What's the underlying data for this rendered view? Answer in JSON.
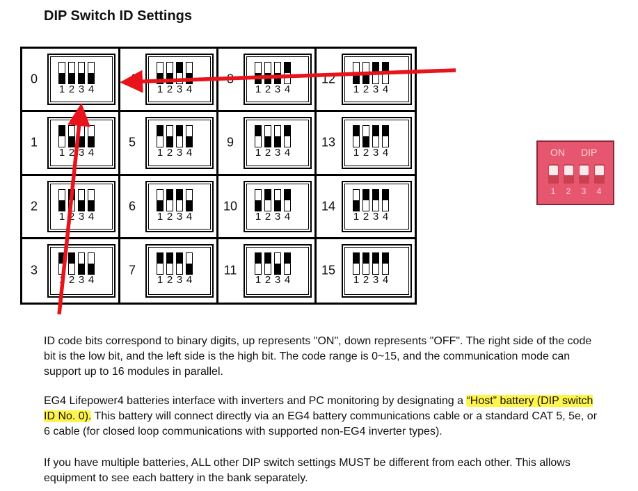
{
  "title": "DIP Switch ID Settings",
  "dip_table": {
    "bit_labels": [
      "1",
      "2",
      "3",
      "4"
    ],
    "rows": [
      [
        {
          "id": "0",
          "bits": [
            0,
            0,
            0,
            0
          ]
        },
        {
          "id": "4",
          "bits": [
            0,
            0,
            1,
            0
          ]
        },
        {
          "id": "8",
          "bits": [
            0,
            0,
            0,
            1
          ]
        },
        {
          "id": "12",
          "bits": [
            0,
            0,
            1,
            1
          ]
        }
      ],
      [
        {
          "id": "1",
          "bits": [
            1,
            0,
            0,
            0
          ]
        },
        {
          "id": "5",
          "bits": [
            1,
            0,
            1,
            0
          ]
        },
        {
          "id": "9",
          "bits": [
            1,
            0,
            0,
            1
          ]
        },
        {
          "id": "13",
          "bits": [
            1,
            0,
            1,
            1
          ]
        }
      ],
      [
        {
          "id": "2",
          "bits": [
            0,
            1,
            0,
            0
          ]
        },
        {
          "id": "6",
          "bits": [
            0,
            1,
            1,
            0
          ]
        },
        {
          "id": "10",
          "bits": [
            0,
            1,
            0,
            1
          ]
        },
        {
          "id": "14",
          "bits": [
            0,
            1,
            1,
            1
          ]
        }
      ],
      [
        {
          "id": "3",
          "bits": [
            1,
            1,
            0,
            0
          ]
        },
        {
          "id": "7",
          "bits": [
            1,
            1,
            1,
            0
          ]
        },
        {
          "id": "11",
          "bits": [
            1,
            1,
            0,
            1
          ]
        },
        {
          "id": "15",
          "bits": [
            1,
            1,
            1,
            1
          ]
        }
      ]
    ]
  },
  "photo": {
    "on_label": "ON",
    "dip_label": "DIP",
    "numbers": [
      "1",
      "2",
      "3",
      "4"
    ]
  },
  "annotation_color": "#e8141b",
  "highlight_color": "#fff54a",
  "paragraph1": "ID code bits correspond to binary digits, up represents \"ON\", down represents \"OFF\". The right side of the code bit is the low bit, and the left side is the high bit. The code range is 0~15, and the communication mode can support up to 16 modules in parallel.",
  "paragraph2": {
    "before": "EG4 Lifepower4 batteries interface with inverters and PC monitoring by designating a ",
    "highlight": "“Host” battery (DIP switch ID No. 0).",
    "after": " This battery will connect directly via an EG4 battery communications cable or a standard CAT 5, 5e, or 6 cable (for closed loop communications with supported non-EG4 inverter types)."
  },
  "paragraph3": "If you have multiple batteries, ALL other DIP switch settings MUST be different from each other. This allows equipment to see each battery in the bank separately."
}
